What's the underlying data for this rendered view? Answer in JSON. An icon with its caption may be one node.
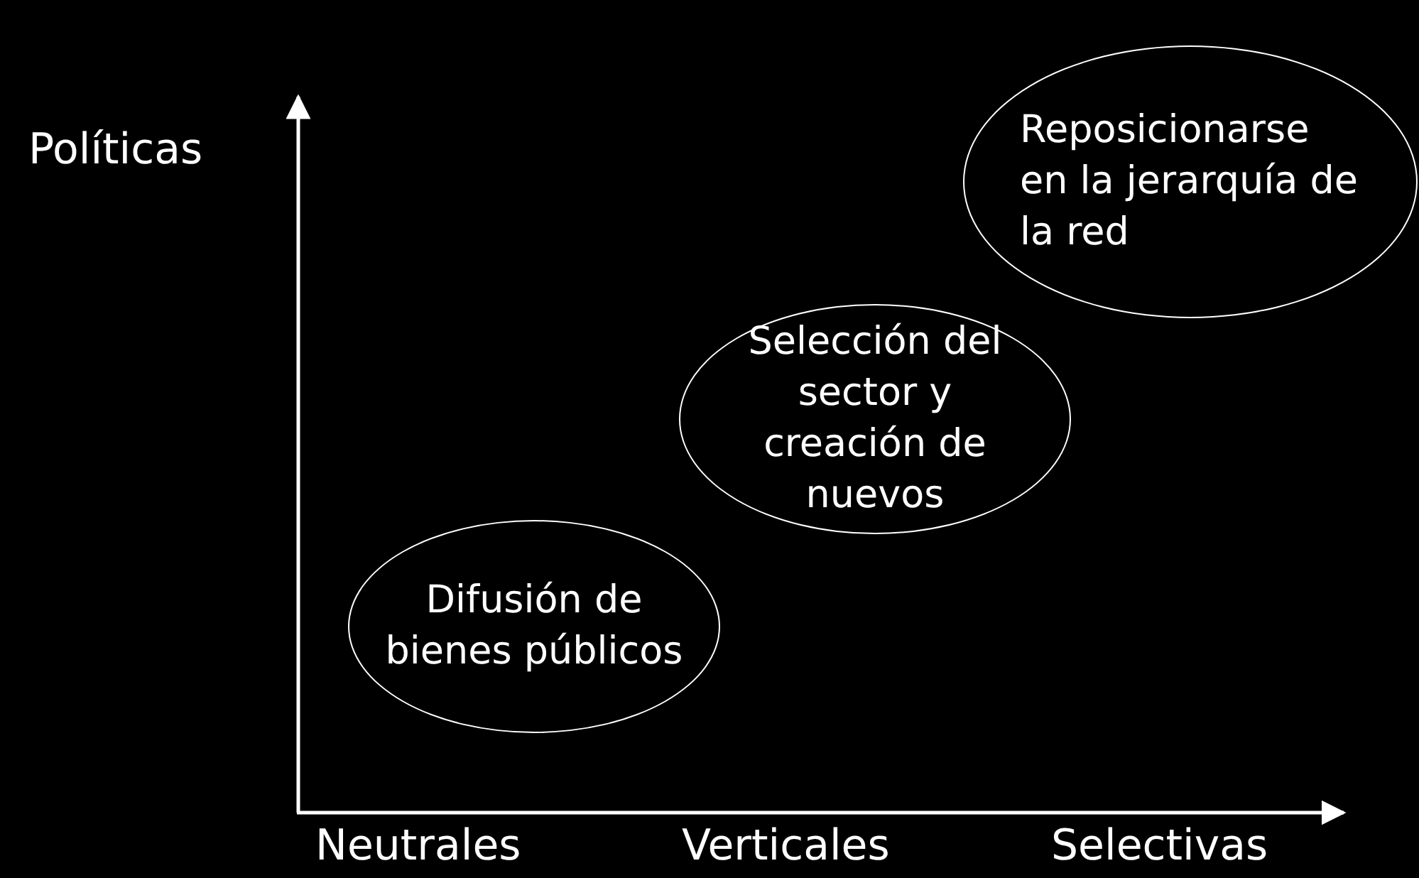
{
  "diagram": {
    "nodes": [
      {
        "text": [
          "Difusión de bienes públicos"
        ]
      },
      {
        "text": [
          "Selección del sector y creación de nuevos"
        ]
      },
      {
        "text": [
          "Reposicionarse en la jerarquía de la red"
        ]
      }
    ],
    "labels": [
      "Políticas",
      "Neutrales",
      "Verticales",
      "Selectivas"
    ]
  }
}
